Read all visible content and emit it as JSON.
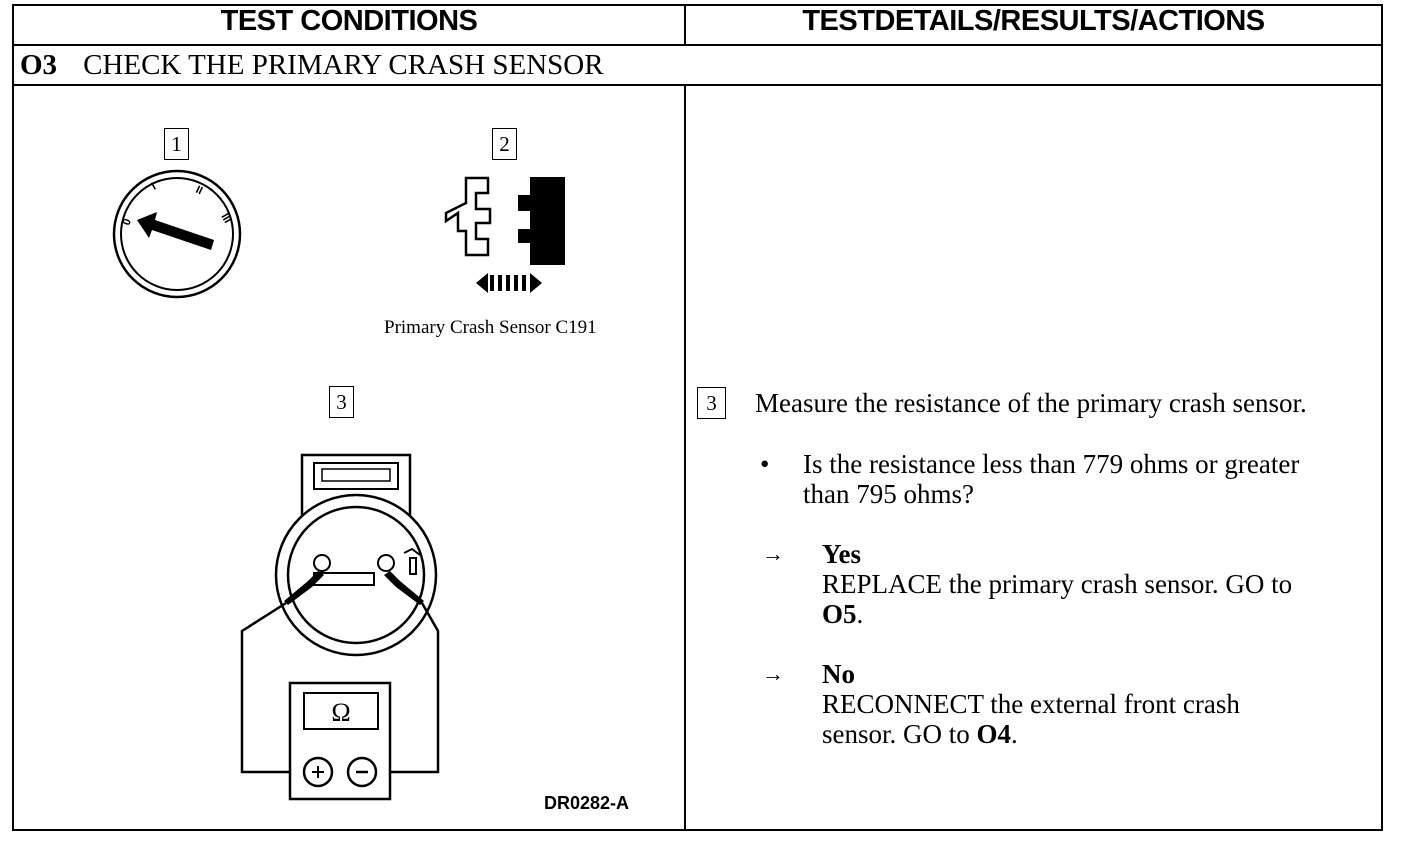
{
  "header": {
    "left": "TEST CONDITIONS",
    "right": "TESTDETAILS/RESULTS/ACTIONS"
  },
  "section": {
    "number": "O3",
    "title": "CHECK THE PRIMARY CRASH SENSOR"
  },
  "figures": {
    "step1_label": "1",
    "step2_label": "2",
    "step2_caption": "Primary Crash Sensor C191",
    "step3_label": "3",
    "ohm_symbol": "Ω",
    "figure_id": "DR0282-A",
    "ignition_marks": [
      "0",
      "I",
      "II",
      "III"
    ]
  },
  "details": {
    "step_label": "3",
    "step_text": "Measure the resistance of the primary crash sensor.",
    "bullet": "•",
    "question_line1": "Is the resistance less than 779 ohms or greater",
    "question_line2": "than 795 ohms?",
    "arrow": "→",
    "yes_label": "Yes",
    "yes_line1": "REPLACE the primary crash sensor. GO to",
    "yes_goto": "O5",
    "yes_period": ".",
    "no_label": "No",
    "no_line1": "RECONNECT the external front crash",
    "no_line2_prefix": "sensor. GO to ",
    "no_goto": "O4",
    "no_period": "."
  }
}
